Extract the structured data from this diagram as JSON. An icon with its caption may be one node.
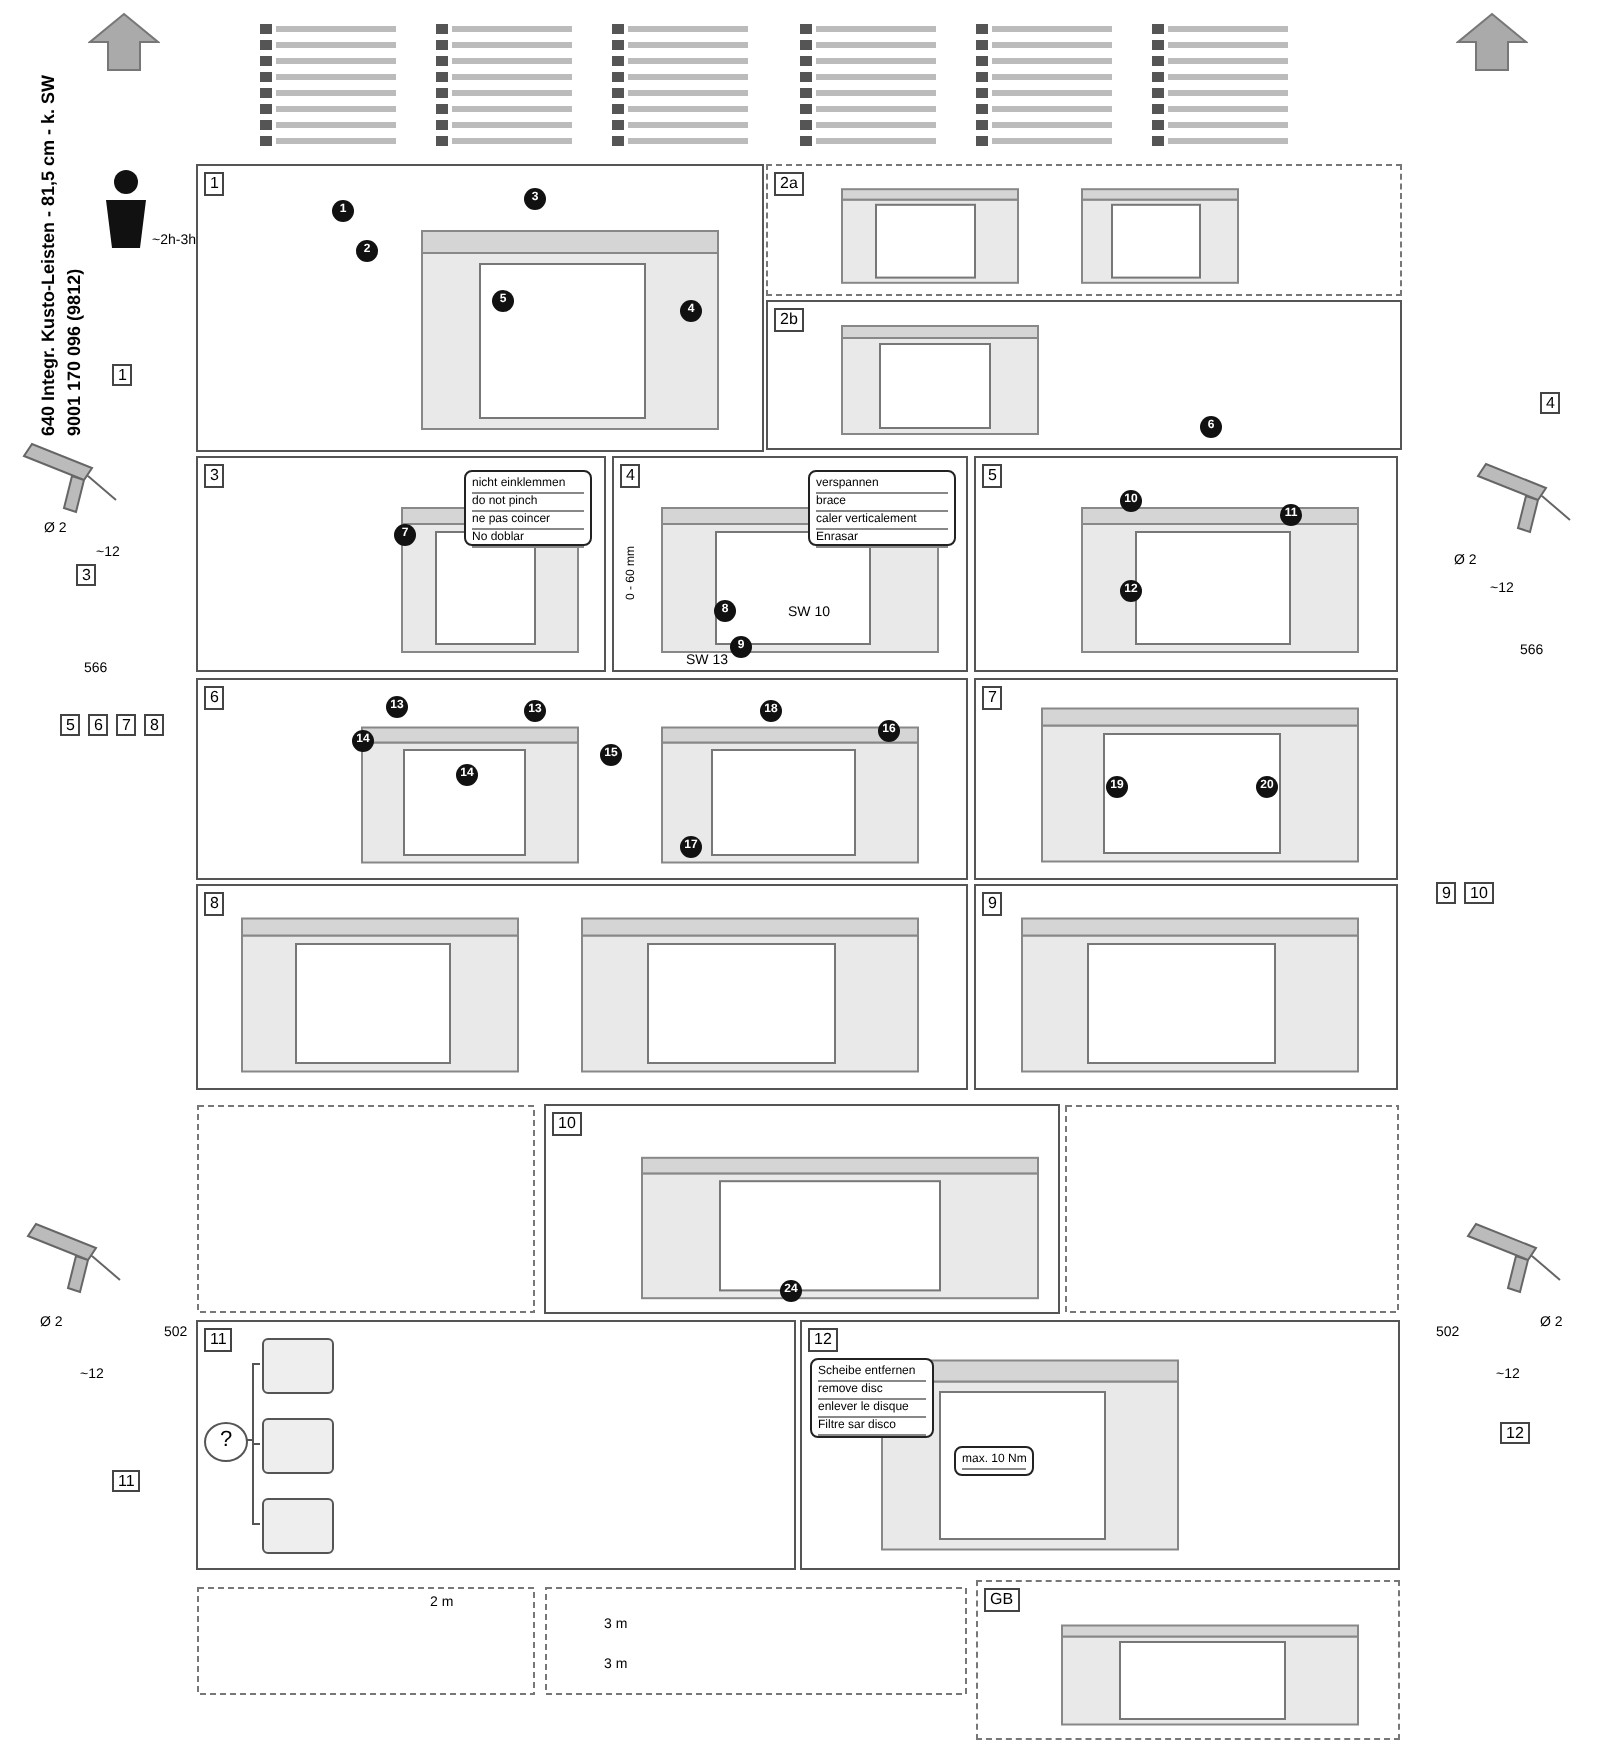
{
  "diagram": {
    "nodes": [
      {
        "text": [
          "1"
        ]
      },
      {
        "text": [
          "2a"
        ]
      },
      {
        "text": [
          "2b"
        ]
      },
      {
        "text": [
          "3"
        ]
      },
      {
        "text": [
          "4"
        ]
      },
      {
        "text": [
          "5"
        ]
      },
      {
        "text": [
          "6"
        ]
      },
      {
        "text": [
          "7"
        ]
      },
      {
        "text": [
          "8"
        ]
      },
      {
        "text": [
          "9"
        ]
      },
      {
        "text": [
          "10"
        ]
      },
      {
        "text": [
          "11"
        ]
      },
      {
        "text": [
          "12"
        ]
      },
      {
        "text": [
          "GB"
        ]
      },
      {
        "text": [
          "nicht einklemmen",
          "do not pinch",
          "ne pas coincer",
          "No doblar"
        ],
        "in": 3
      },
      {
        "text": [
          "verspannen",
          "brace",
          "caler verticalement",
          "Enrasar"
        ],
        "in": 4
      },
      {
        "text": [
          "Scheibe entfernen",
          "remove disc",
          "enlever le disque",
          "Filtre sar disco"
        ],
        "in": 12
      },
      {
        "text": [
          "max. 10 Nm"
        ],
        "in": 12
      },
      {
        "text": [
          "?"
        ],
        "in": 11
      },
      {
        "text": [],
        "shape": "box",
        "in": 11
      },
      {
        "text": [],
        "shape": "box",
        "in": 11
      },
      {
        "text": [],
        "shape": "box",
        "in": 11
      }
    ],
    "edges": [
      {
        "from": 18,
        "to": 19,
        "arrow": "none"
      },
      {
        "from": 18,
        "to": 20,
        "arrow": "none"
      },
      {
        "from": 18,
        "to": 21,
        "arrow": "none"
      }
    ],
    "labels": [
      "640 Integr. Kusto-Leisten - 81,5 cm - k. SW",
      "9001 170 096 (9812)",
      "~2h-3h",
      "1",
      "3",
      "5",
      "6",
      "7",
      "8",
      "9",
      "10",
      "4",
      "11",
      "12",
      "Ø 2",
      "~12",
      "566",
      "Ø 2",
      "~12",
      "566",
      "Ø 2",
      "~12",
      "502",
      "Ø 2",
      "~12",
      "502",
      "SW 13",
      "SW 10",
      "0 - 60 mm",
      "1",
      "2",
      "3",
      "4",
      "5",
      "6",
      "7",
      "8",
      "9",
      "10",
      "11",
      "12",
      "13",
      "14",
      "13",
      "14",
      "15",
      "16",
      "17",
      "18",
      "19",
      "20",
      "24",
      "2 m",
      "3 m",
      "3 m"
    ]
  }
}
